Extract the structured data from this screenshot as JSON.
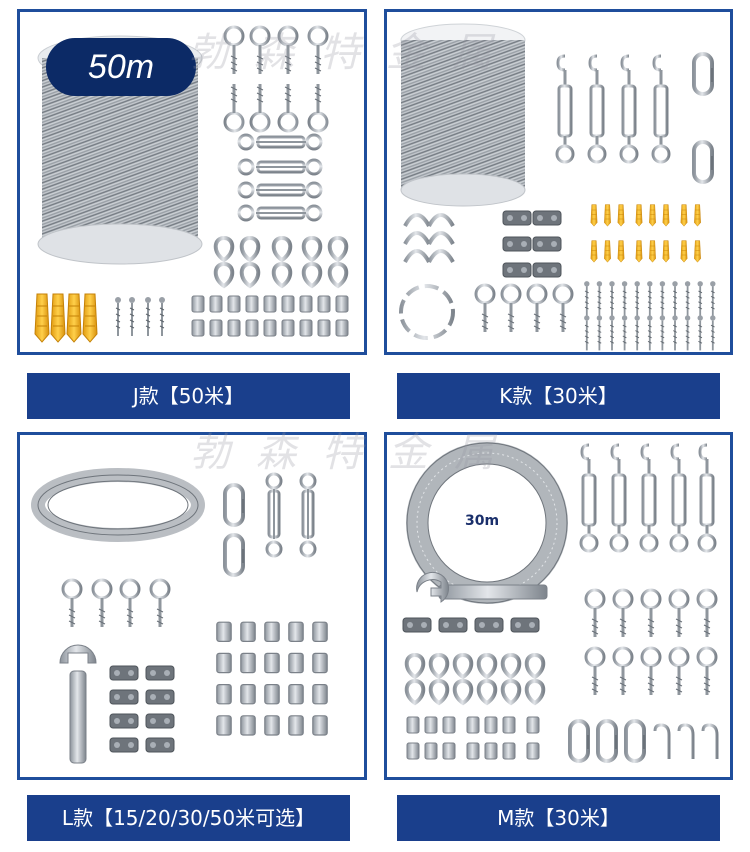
{
  "colors": {
    "frame": "#1f4e9c",
    "label_bg": "#1a3f8c",
    "label_text": "#ffffff",
    "badge_bg": "#0c2a66",
    "anchor_yellow": "#f2b21b",
    "steel": "#a8aeb5"
  },
  "panels": [
    {
      "id": "J",
      "label": "J款【50米】",
      "badge": "50m"
    },
    {
      "id": "K",
      "label": "K款【30米】"
    },
    {
      "id": "L",
      "label": "L款【15/20/30/50米可选】"
    },
    {
      "id": "M",
      "label": "M款【30米】",
      "spool_text": "30m"
    }
  ],
  "watermark": "勃森特金属"
}
